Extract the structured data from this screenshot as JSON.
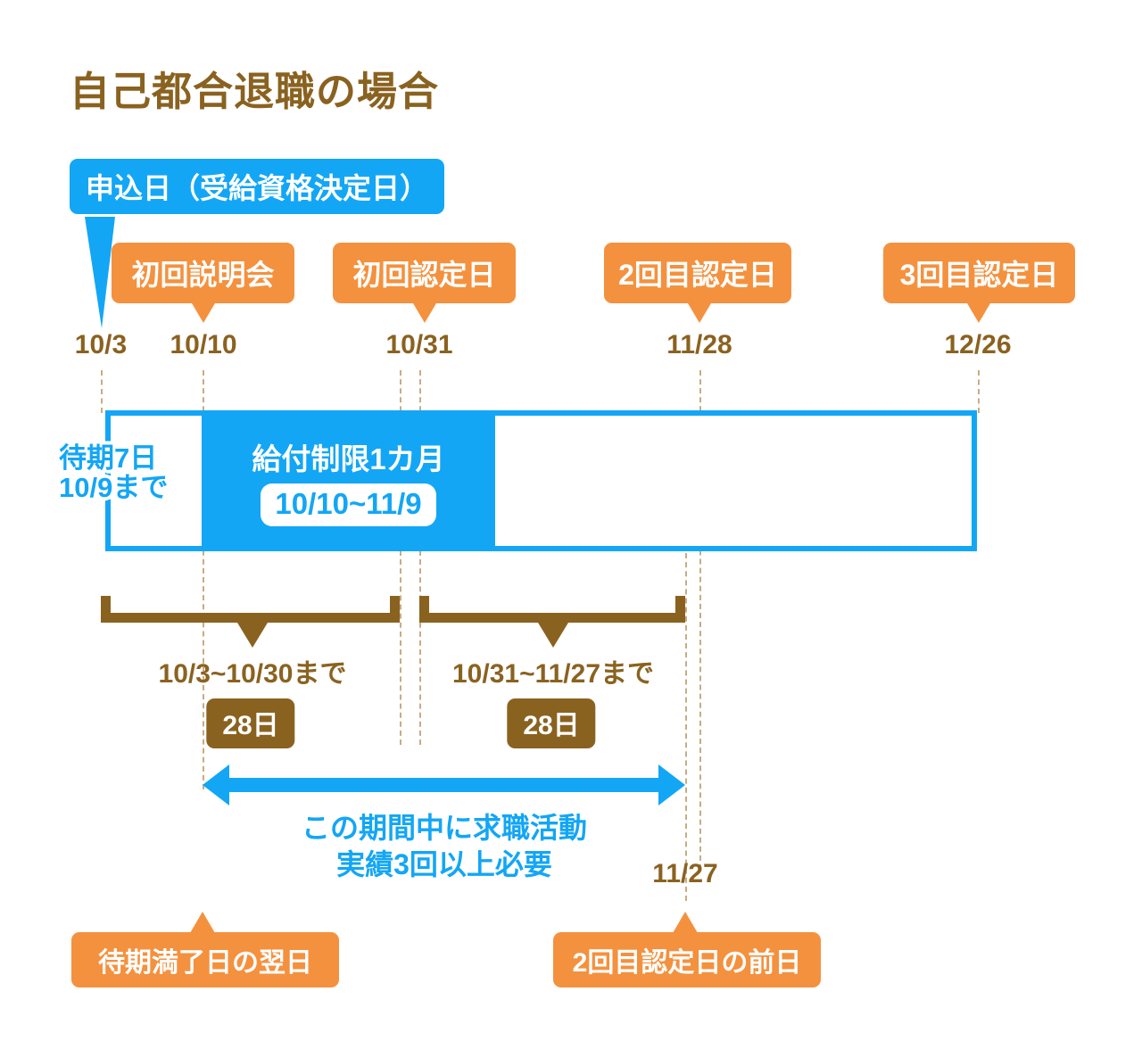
{
  "title": "自己都合退職の場合",
  "colors": {
    "brown": "#8a6220",
    "orange": "#f4913e",
    "blue": "#13a6f5",
    "dashed": "#c9ab83",
    "background": "#ffffff"
  },
  "top_callouts": {
    "application_day": {
      "label": "申込日（受給資格決定日）",
      "points_to": "10/3",
      "color": "blue"
    },
    "orange_badges": [
      {
        "label": "初回説明会",
        "points_to": "10/10"
      },
      {
        "label": "初回認定日",
        "points_to": "10/31"
      },
      {
        "label": "2回目認定日",
        "points_to": "11/28"
      },
      {
        "label": "3回目認定日",
        "points_to": "12/26"
      }
    ]
  },
  "timeline_dates": [
    "10/3",
    "10/10",
    "10/31",
    "11/28",
    "12/26"
  ],
  "timeline_bar": {
    "waiting_period": {
      "line1": "待期7日",
      "line2": "10/9まで"
    },
    "restriction": {
      "label": "給付制限1カ月",
      "range": "10/10~11/9"
    }
  },
  "brackets": [
    {
      "range_label": "10/3~10/30まで",
      "days_chip": "28日"
    },
    {
      "range_label": "10/31~11/27まで",
      "days_chip": "28日"
    }
  ],
  "job_search_arrow": {
    "note_line1": "この期間中に求職活動",
    "note_line2": "実績3回以上必要",
    "end_date_label": "11/27"
  },
  "bottom_callouts": [
    {
      "label": "待期満了日の翌日",
      "points_to": "10/10"
    },
    {
      "label": "2回目認定日の前日",
      "points_to": "11/27"
    }
  ]
}
